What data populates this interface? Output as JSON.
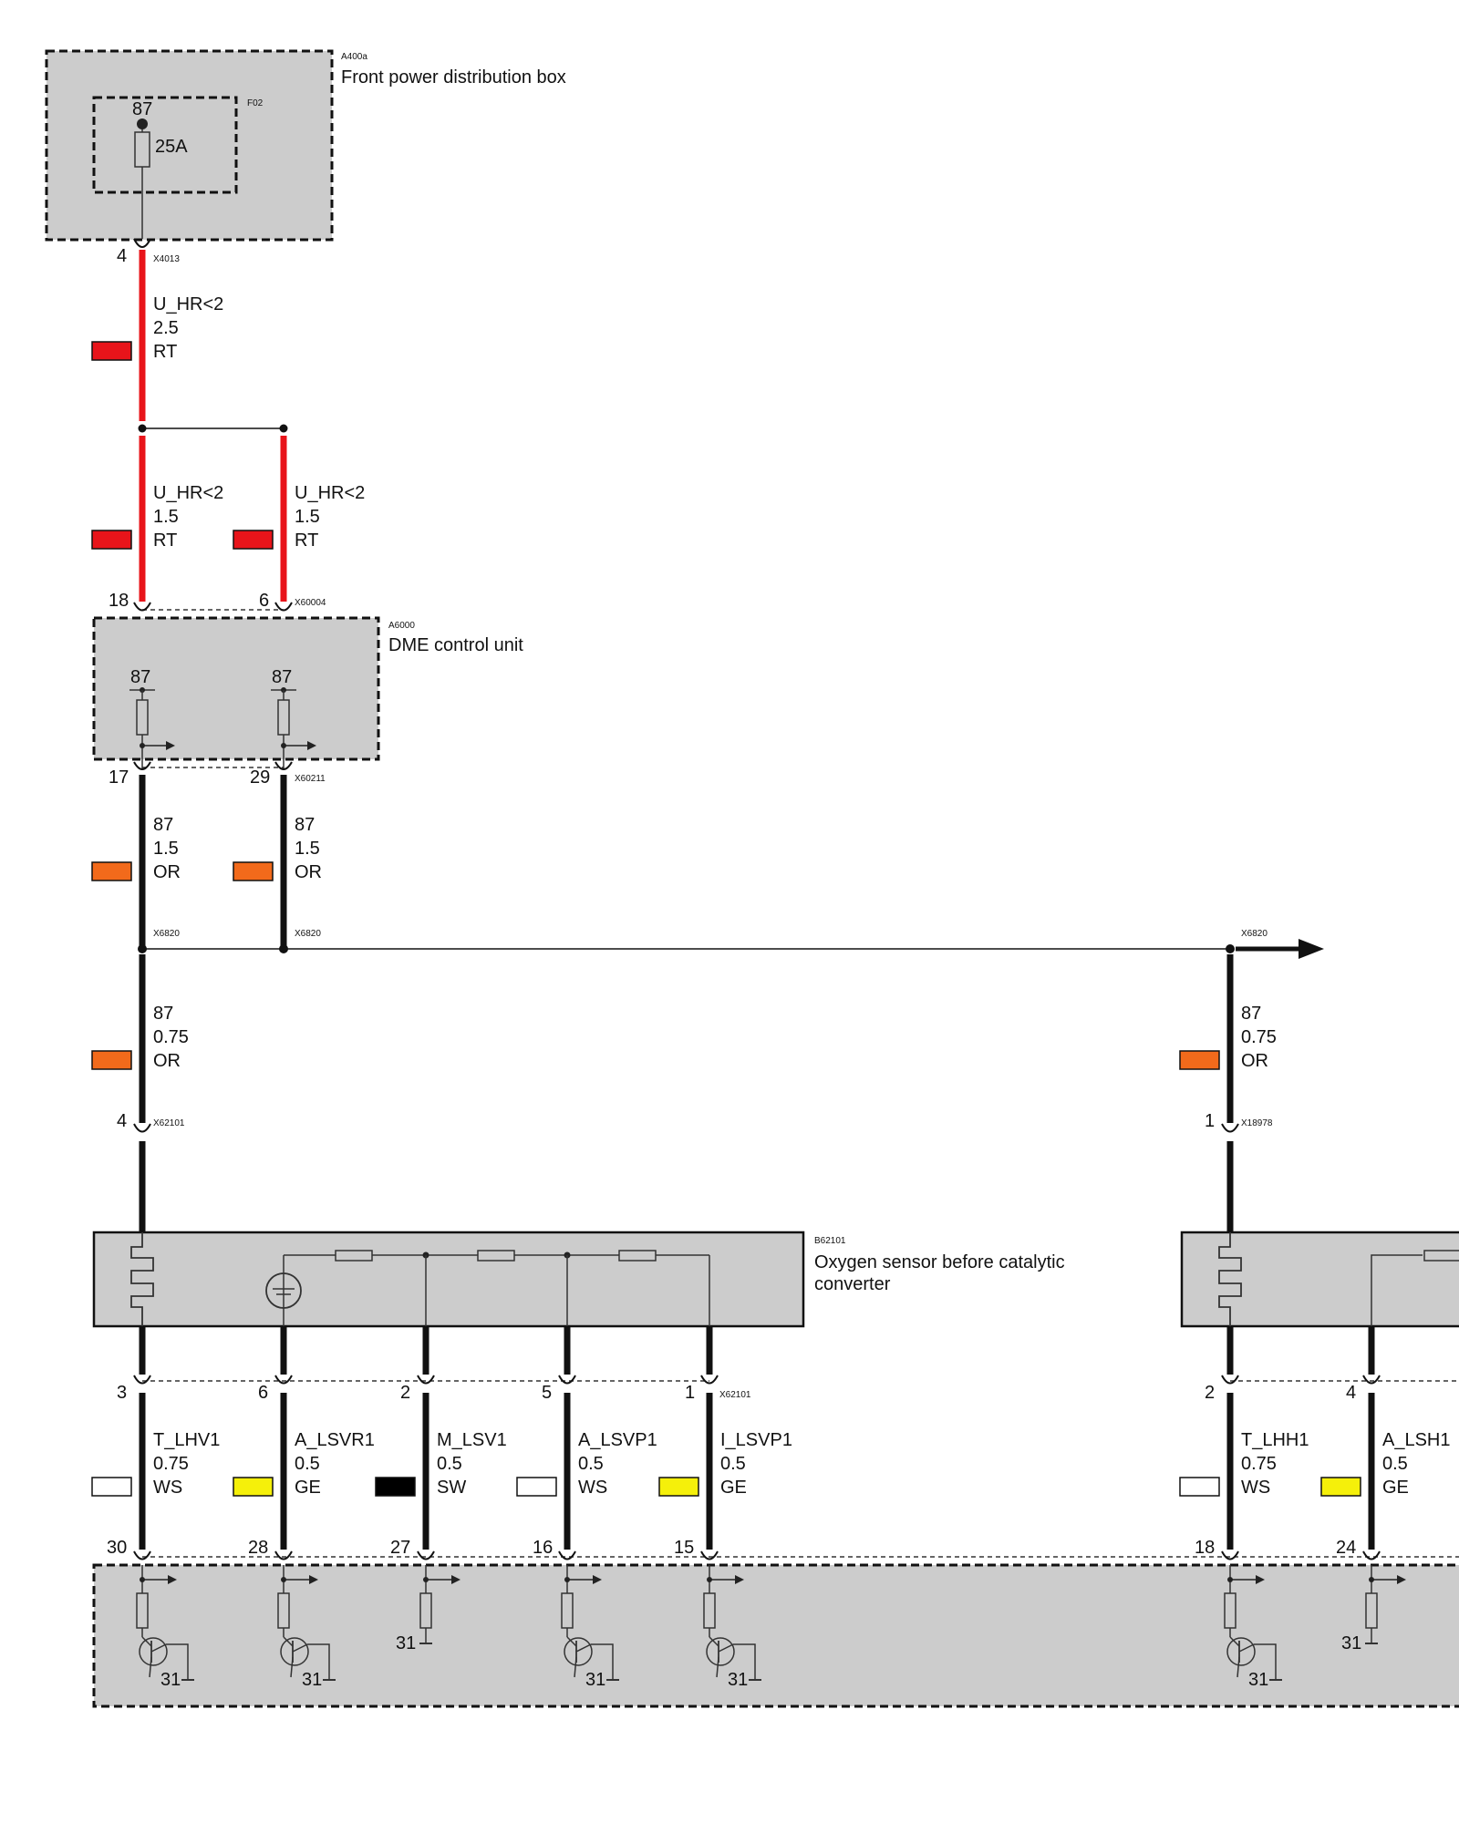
{
  "power_box": {
    "code": "A400a",
    "title": "Front power distribution box",
    "fuse_code": "F02",
    "fuse_terminal": "87",
    "fuse_rating": "25A"
  },
  "feed_wire": {
    "pin": "4",
    "connector": "X4013",
    "signal": "U_HR<2",
    "size": "2.5",
    "color_code": "RT",
    "swatch": "#e8141a"
  },
  "split_wires": [
    {
      "signal": "U_HR<2",
      "size": "1.5",
      "color_code": "RT",
      "swatch": "#e8141a"
    },
    {
      "signal": "U_HR<2",
      "size": "1.5",
      "color_code": "RT",
      "swatch": "#e8141a"
    }
  ],
  "dme": {
    "code": "A6000",
    "title": "DME control unit",
    "in_pins": [
      "18",
      "6"
    ],
    "in_connector": "X60004",
    "out_pins": [
      "17",
      "29"
    ],
    "out_connector": "X60211",
    "terminal_labels": [
      "87",
      "87"
    ]
  },
  "dme_out_wires": [
    {
      "signal": "87",
      "size": "1.5",
      "color_code": "OR",
      "swatch": "#f26a1b"
    },
    {
      "signal": "87",
      "size": "1.5",
      "color_code": "OR",
      "swatch": "#f26a1b"
    }
  ],
  "splice": {
    "labels": [
      "X6820",
      "X6820",
      "X6820"
    ]
  },
  "sensor_feeds": [
    {
      "signal": "87",
      "size": "0.75",
      "color_code": "OR",
      "swatch": "#f26a1b",
      "pin": "4",
      "connector": "X62101"
    },
    {
      "signal": "87",
      "size": "0.75",
      "color_code": "OR",
      "swatch": "#f26a1b",
      "pin": "1",
      "connector": "X18978"
    }
  ],
  "sensor1": {
    "code": "B62101",
    "title_line1": "Oxygen sensor before catalytic",
    "title_line2": "converter",
    "pins": [
      "3",
      "6",
      "2",
      "5",
      "1"
    ],
    "connector": "X62101"
  },
  "sensor1_wires": [
    {
      "signal": "T_LHV1",
      "size": "0.75",
      "color_code": "WS",
      "swatch": "#ffffff"
    },
    {
      "signal": "A_LSVR1",
      "size": "0.5",
      "color_code": "GE",
      "swatch": "#f5f00a"
    },
    {
      "signal": "M_LSV1",
      "size": "0.5",
      "color_code": "SW",
      "swatch": "#000000"
    },
    {
      "signal": "A_LSVP1",
      "size": "0.5",
      "color_code": "WS",
      "swatch": "#ffffff"
    },
    {
      "signal": "I_LSVP1",
      "size": "0.5",
      "color_code": "GE",
      "swatch": "#f5f00a"
    }
  ],
  "sensor2": {
    "pins": [
      "2",
      "4"
    ]
  },
  "sensor2_wires": [
    {
      "signal": "T_LHH1",
      "size": "0.75",
      "color_code": "WS",
      "swatch": "#ffffff"
    },
    {
      "signal": "A_LSH1",
      "size": "0.5",
      "color_code": "GE",
      "swatch": "#f5f00a"
    }
  ],
  "dme_bottom": {
    "pins": [
      "30",
      "28",
      "27",
      "16",
      "15",
      "18",
      "24"
    ],
    "ground_labels": [
      "31",
      "31",
      "31",
      "31",
      "31",
      "31",
      "31"
    ]
  }
}
